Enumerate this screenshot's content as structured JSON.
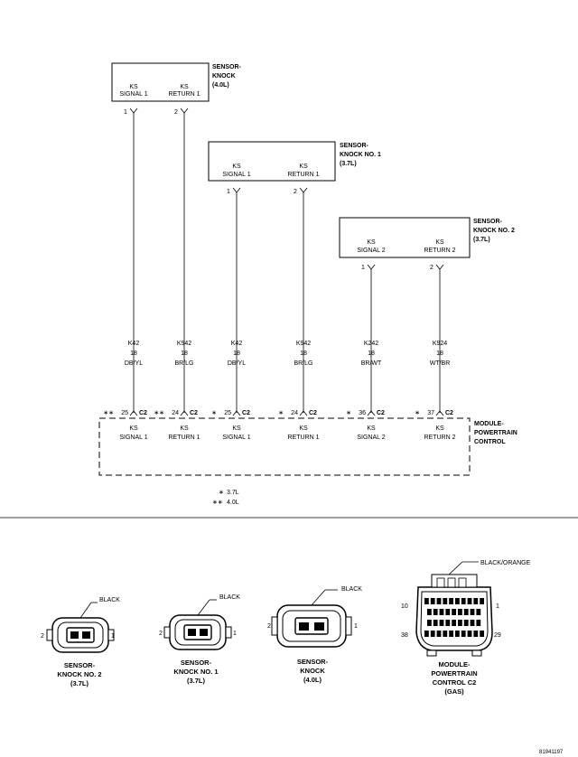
{
  "sensor_4_0": {
    "title_lines": [
      "SENSOR-",
      "KNOCK",
      "(4.0L)"
    ],
    "pin1_label": [
      "KS",
      "SIGNAL 1"
    ],
    "pin2_label": [
      "KS",
      "RETURN 1"
    ],
    "pin1": "1",
    "pin2": "2"
  },
  "sensor_no1": {
    "title_lines": [
      "SENSOR-",
      "KNOCK NO. 1",
      "(3.7L)"
    ],
    "pin1_label": [
      "KS",
      "SIGNAL 1"
    ],
    "pin2_label": [
      "KS",
      "RETURN 1"
    ],
    "pin1": "1",
    "pin2": "2"
  },
  "sensor_no2": {
    "title_lines": [
      "SENSOR-",
      "KNOCK NO. 2",
      "(3.7L)"
    ],
    "pin1_label": [
      "KS",
      "SIGNAL 2"
    ],
    "pin2_label": [
      "KS",
      "RETURN 2"
    ],
    "pin1": "1",
    "pin2": "2"
  },
  "wires": [
    {
      "circuit": "K42",
      "gauge": "18",
      "color": "DB/YL"
    },
    {
      "circuit": "K942",
      "gauge": "18",
      "color": "BR/LG"
    },
    {
      "circuit": "K42",
      "gauge": "18",
      "color": "DB/YL"
    },
    {
      "circuit": "K942",
      "gauge": "18",
      "color": "BR/LG"
    },
    {
      "circuit": "K242",
      "gauge": "18",
      "color": "BR/WT"
    },
    {
      "circuit": "K924",
      "gauge": "18",
      "color": "WT/BR"
    }
  ],
  "pcm_pins": [
    {
      "mark": "∗∗",
      "pin": "25",
      "conn": "C2",
      "label": [
        "KS",
        "SIGNAL 1"
      ]
    },
    {
      "mark": "∗∗",
      "pin": "24",
      "conn": "C2",
      "label": [
        "KS",
        "RETURN 1"
      ]
    },
    {
      "mark": "∗",
      "pin": "25",
      "conn": "C2",
      "label": [
        "KS",
        "SIGNAL 1"
      ]
    },
    {
      "mark": "∗",
      "pin": "24",
      "conn": "C2",
      "label": [
        "KS",
        "RETURN 1"
      ]
    },
    {
      "mark": "∗",
      "pin": "36",
      "conn": "C2",
      "label": [
        "KS",
        "SIGNAL 2"
      ]
    },
    {
      "mark": "∗",
      "pin": "37",
      "conn": "C2",
      "label": [
        "KS",
        "RETURN 2"
      ]
    }
  ],
  "pcm_title_lines": [
    "MODULE-",
    "POWERTRAIN",
    "CONTROL"
  ],
  "legend": [
    {
      "mark": "∗",
      "text": "3.7L"
    },
    {
      "mark": "∗∗",
      "text": "4.0L"
    }
  ],
  "connectors": [
    {
      "title_lines": [
        "SENSOR-",
        "KNOCK NO. 2",
        "(3.7L)"
      ],
      "color_label": "BLACK",
      "left_pin": "2",
      "right_pin": "1"
    },
    {
      "title_lines": [
        "SENSOR-",
        "KNOCK NO. 1",
        "(3.7L)"
      ],
      "color_label": "BLACK",
      "left_pin": "2",
      "right_pin": "1"
    },
    {
      "title_lines": [
        "SENSOR-",
        "KNOCK",
        "(4.0L)"
      ],
      "color_label": "BLACK",
      "left_pin": "2",
      "right_pin": "1"
    },
    {
      "title_lines": [
        "MODULE-",
        "POWERTRAIN",
        "CONTROL C2",
        "(GAS)"
      ],
      "color_label": "BLACK/ORANGE",
      "pin_labels": [
        "10",
        "1",
        "38",
        "29"
      ]
    }
  ],
  "figure_id": "81941197"
}
